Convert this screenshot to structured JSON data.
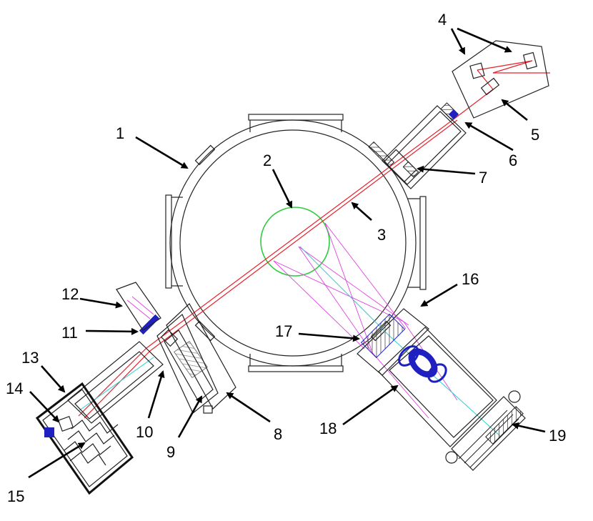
{
  "labels": [
    "1",
    "2",
    "3",
    "4",
    "5",
    "6",
    "7",
    "8",
    "9",
    "10",
    "11",
    "12",
    "13",
    "14",
    "15",
    "16",
    "17",
    "18",
    "19"
  ],
  "colors": {
    "laser": "#e8202a",
    "scatter": "#e040e0",
    "reference": "#2ad0d0",
    "plasma": "#2ecc40",
    "lens": "#2020c0",
    "structure": "#222222"
  }
}
